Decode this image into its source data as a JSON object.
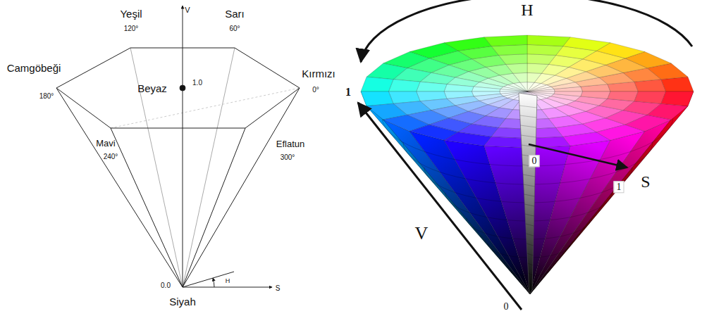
{
  "diagram": {
    "labels": [
      "V",
      "Yeşil",
      "120°",
      "Sarı",
      "60°",
      "Camgöbeği",
      "180°",
      "Kırmızı",
      "0°",
      "Beyaz",
      "1.0",
      "Mavi",
      "240°",
      "Eflatun",
      "300°",
      "H",
      "S",
      "0.0",
      "Siyah",
      "H",
      "1",
      "V",
      "0",
      "0",
      "1",
      "S"
    ]
  }
}
